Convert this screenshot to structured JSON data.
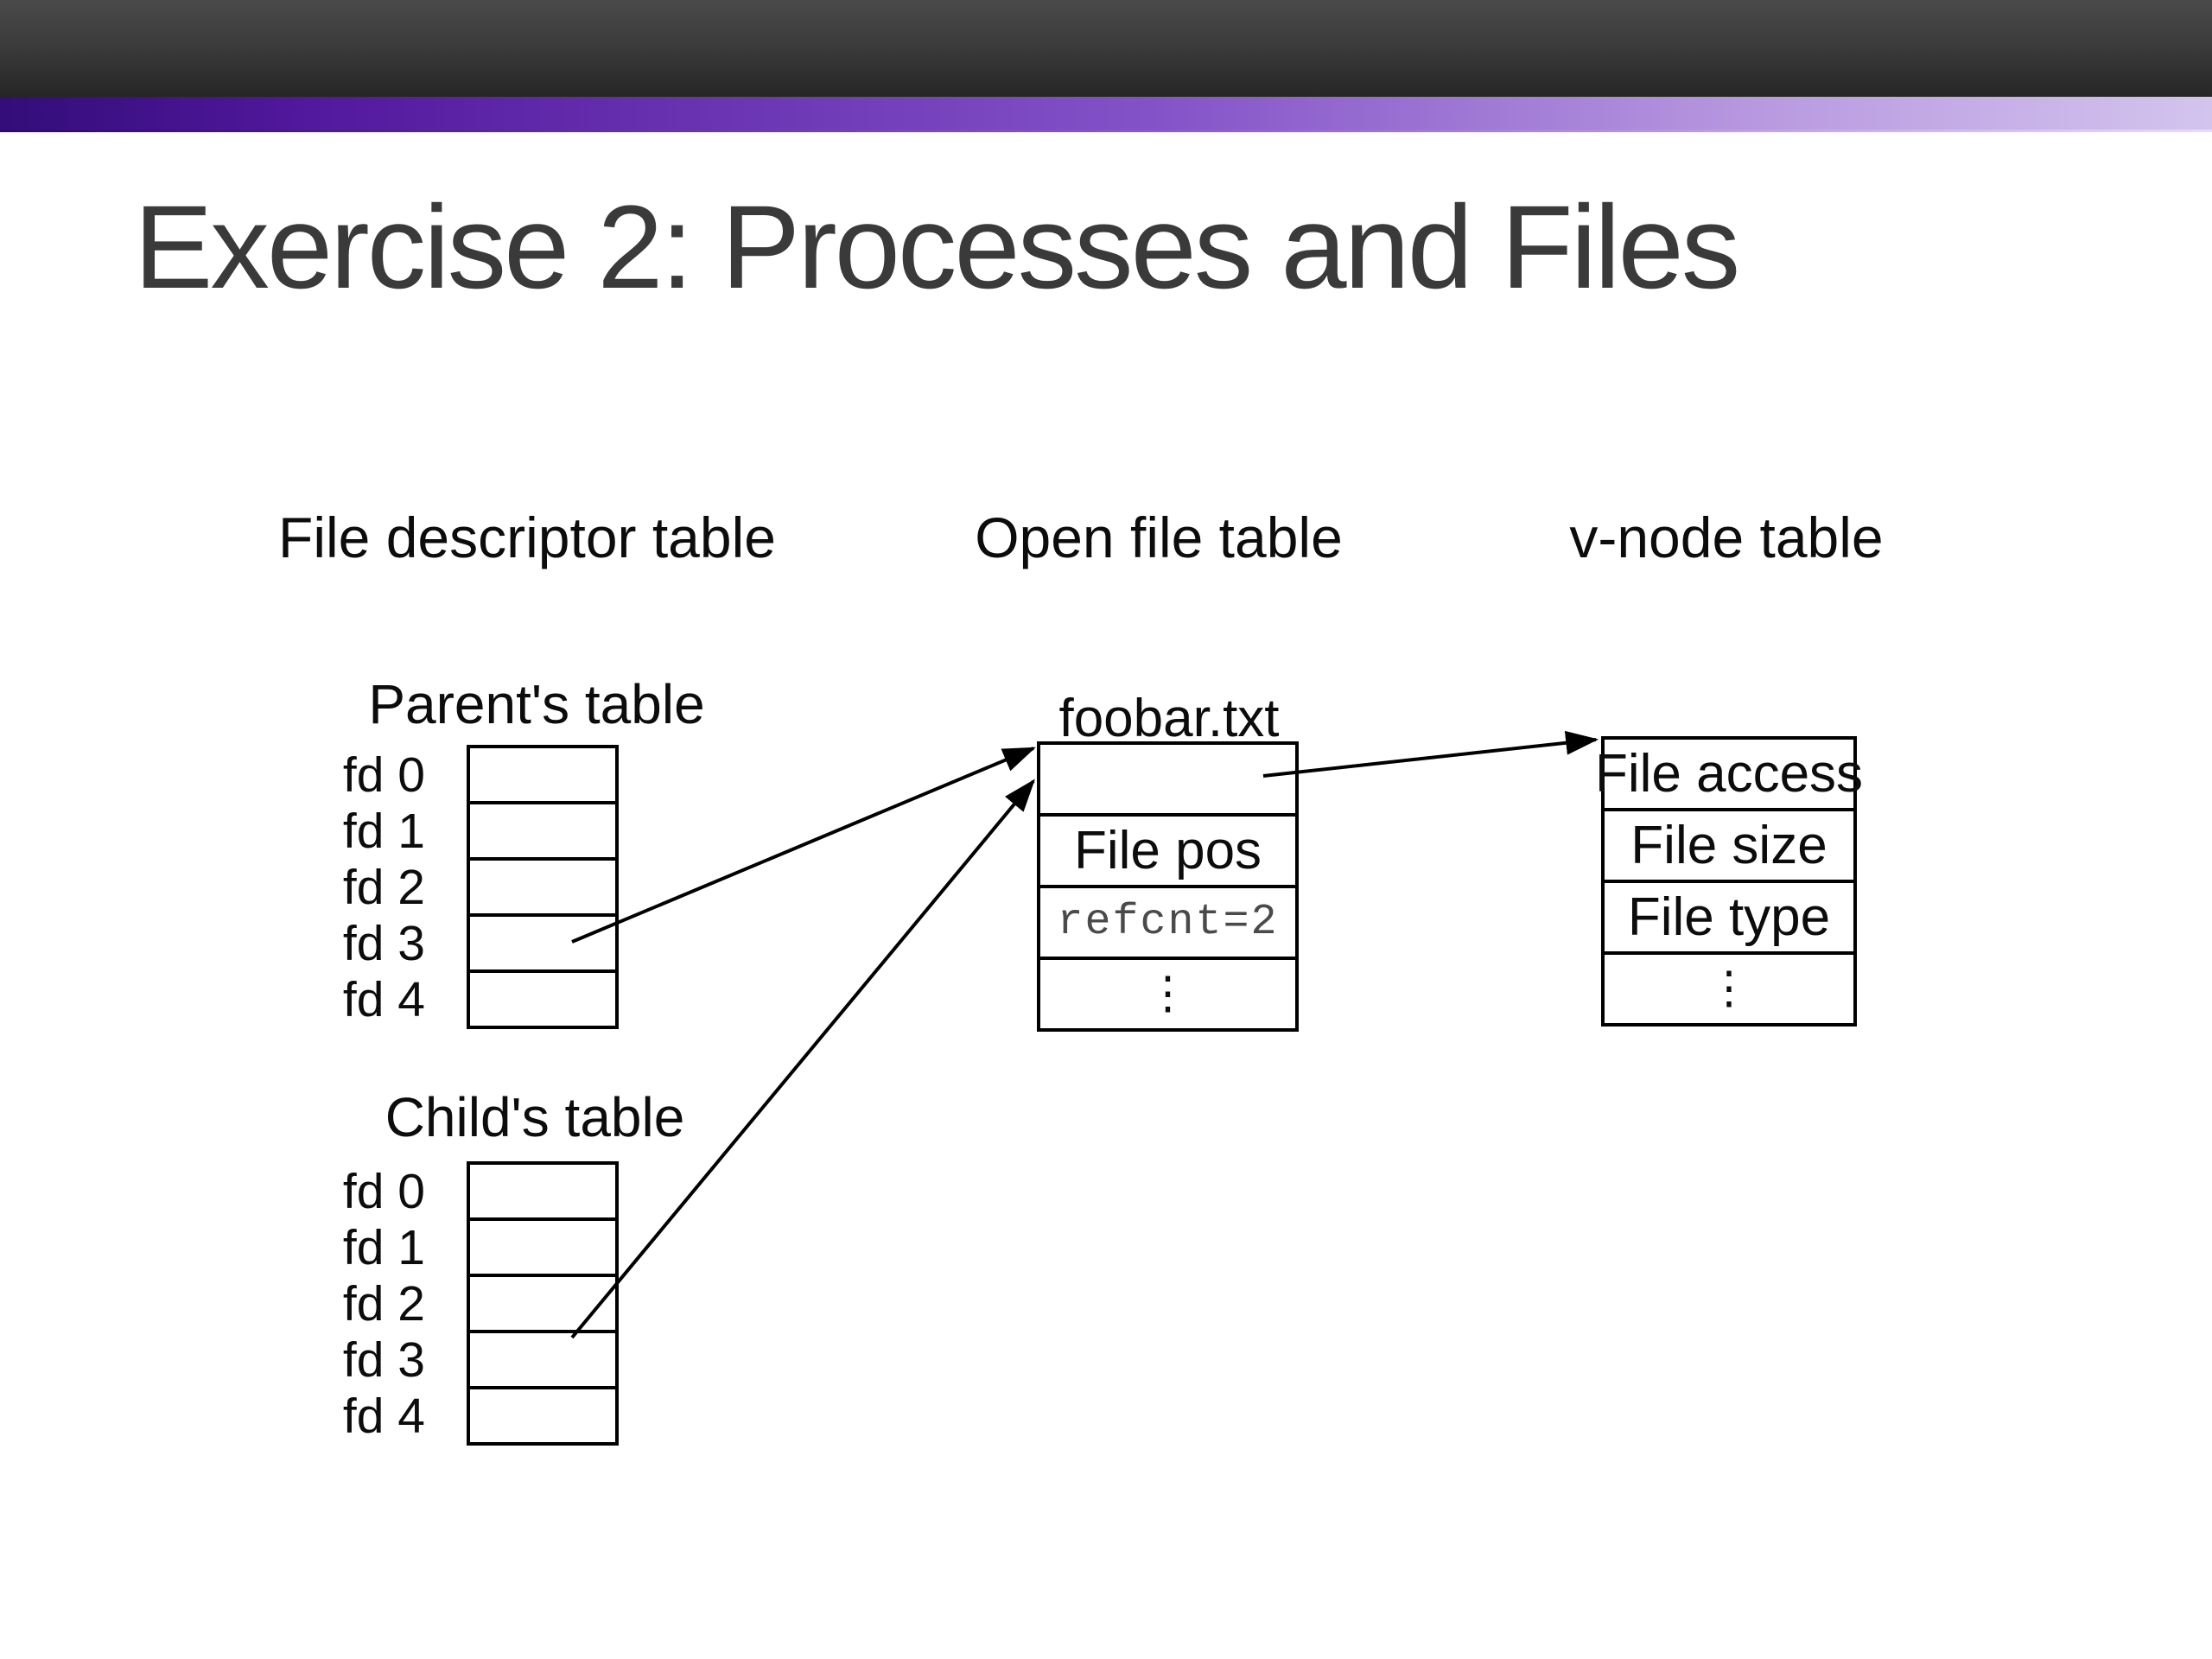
{
  "slide": {
    "title": "Exercise 2: Processes and Files"
  },
  "column_headers": {
    "fd": "File descriptor table",
    "open": "Open file table",
    "vnode": "v-node table"
  },
  "fd_tables": [
    {
      "label": "Parent's table",
      "rows": [
        "fd 0",
        "fd 1",
        "fd 2",
        "fd 3",
        "fd 4"
      ]
    },
    {
      "label": "Child's table",
      "rows": [
        "fd 0",
        "fd 1",
        "fd 2",
        "fd 3",
        "fd 4"
      ]
    }
  ],
  "open_file_table": {
    "title": "foobar.txt",
    "rows": [
      "",
      "File pos",
      "refcnt=2",
      "⋮"
    ]
  },
  "vnode_table": {
    "rows": [
      "File access",
      "File size",
      "File type",
      "⋮"
    ]
  },
  "colors": {
    "accent_stripe_start": "#330d79",
    "accent_stripe_mid": "#8352c8",
    "accent_stripe_end": "#d3c4ee",
    "topbar": "#2f2f2f",
    "title_text": "#3a3a3a",
    "diagram_lines": "#000000",
    "refcnt_text": "#4a4a4a"
  }
}
